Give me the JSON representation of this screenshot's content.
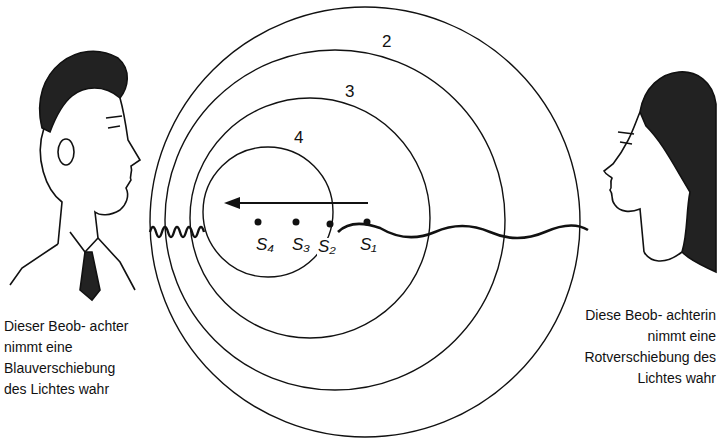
{
  "diagram": {
    "labels": [
      "2",
      "3",
      "4",
      "S₄",
      "S₃",
      "S₂",
      "S₁",
      "Dieser Beob- achter nimmt eine Blauverschiebung des Lichtes wahr",
      "Diese Beob- achterin nimmt eine Rotverschiebung des Lichtes wahr"
    ]
  }
}
